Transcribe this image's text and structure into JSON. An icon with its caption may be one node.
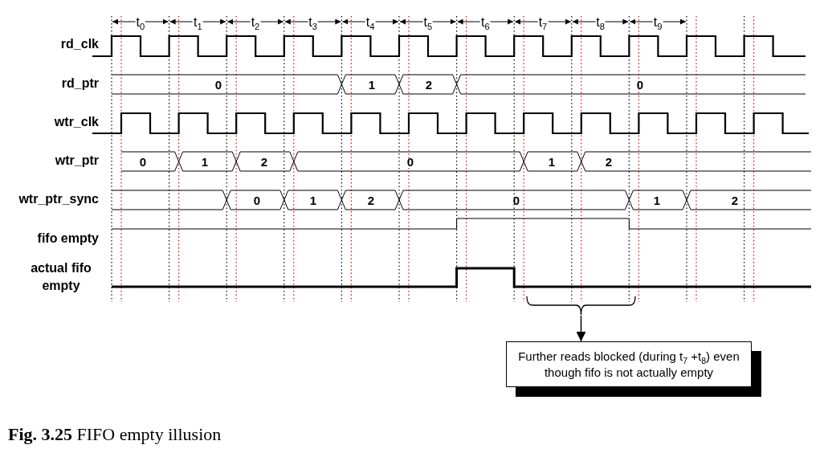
{
  "diagram": {
    "caption": "**Fig. 3.25** FIFO empty illusion",
    "nodes": [
      {
        "text": [],
        "shape": "bracket"
      },
      {
        "text": [
          "Further reads blocked (during t$_{7}$ +t$_{8}$) even though fifo is not actually empty"
        ]
      }
    ],
    "edges": [
      {
        "from": 0,
        "to": 1,
        "arrow": "to"
      }
    ],
    "labels": [
      "t$_{0}$",
      "t$_{1}$",
      "t$_{2}$",
      "t$_{3}$",
      "t$_{4}$",
      "t$_{5}$",
      "t$_{6}$",
      "t$_{7}$",
      "t$_{8}$",
      "t$_{9}$",
      "rd_clk",
      "rd_ptr",
      "0",
      "1",
      "2",
      "0",
      "wtr_clk",
      "wtr_ptr",
      "0",
      "1",
      "2",
      "0",
      "1",
      "2",
      "wtr_ptr_sync",
      "0",
      "1",
      "2",
      "0",
      "1",
      "2",
      "fifo empty",
      "actual fifo empty"
    ]
  }
}
